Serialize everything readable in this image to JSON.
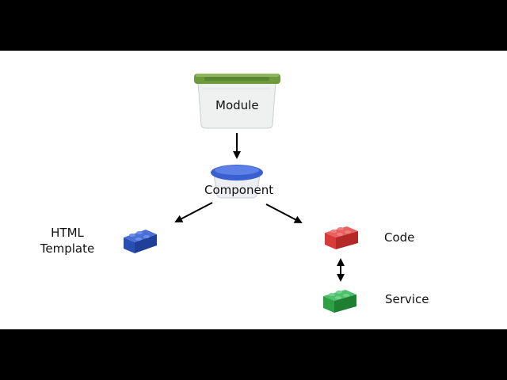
{
  "diagram": {
    "nodes": {
      "module": {
        "label": "Module",
        "icon": "storage-bin-icon",
        "lid_color": "#6e9a3e"
      },
      "component": {
        "label": "Component",
        "icon": "food-container-icon",
        "lid_color": "#3a5fd0"
      },
      "html_template": {
        "label_line1": "HTML",
        "label_line2": "Template",
        "icon": "blue-lego-brick-icon",
        "color": "#2a4fb4"
      },
      "code": {
        "label": "Code",
        "icon": "red-lego-brick-icon",
        "color": "#d83a3a"
      },
      "service": {
        "label": "Service",
        "icon": "green-lego-brick-icon",
        "color": "#2ea043"
      }
    },
    "edges": [
      {
        "from": "module",
        "to": "component",
        "type": "arrow"
      },
      {
        "from": "component",
        "to": "html_template",
        "type": "arrow"
      },
      {
        "from": "component",
        "to": "code",
        "type": "arrow"
      },
      {
        "from": "code",
        "to": "service",
        "type": "double-arrow"
      }
    ],
    "colors": {
      "background": "#ffffff",
      "letterbox": "#000000",
      "arrow": "#000000"
    }
  }
}
